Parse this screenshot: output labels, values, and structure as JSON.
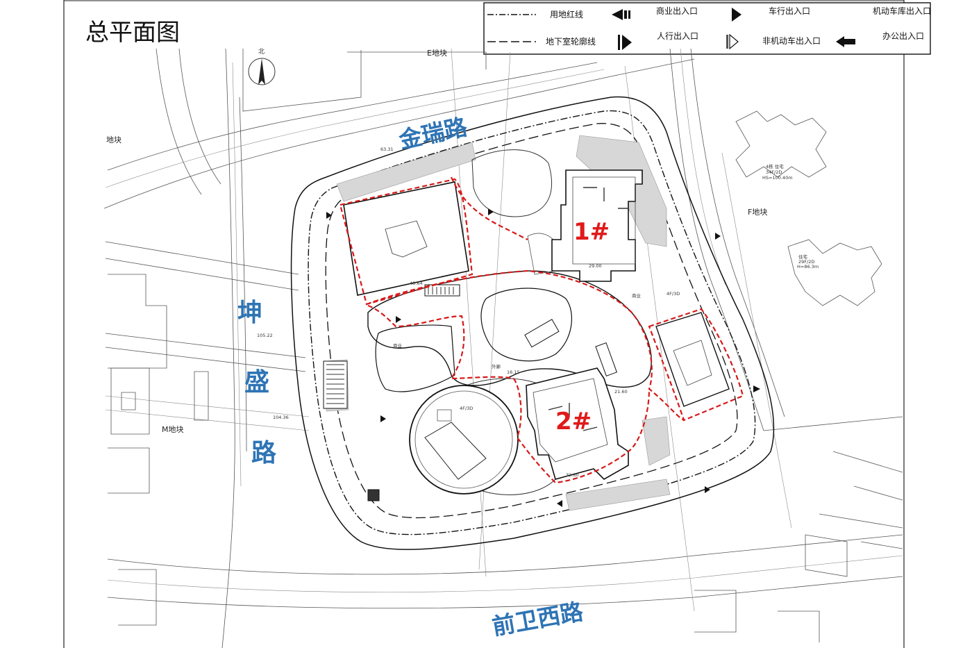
{
  "title": "总平面图",
  "legend": {
    "items": [
      {
        "label": "用地红线",
        "symbol": "dash-dot-line"
      },
      {
        "label": "地下室轮廓线",
        "symbol": "long-dash-line"
      },
      {
        "label": "商业出入口",
        "symbol": "commercial-entrance-icon"
      },
      {
        "label": "人行出入口",
        "symbol": "pedestrian-entrance-icon"
      },
      {
        "label": "车行出入口",
        "symbol": "vehicle-entrance-icon"
      },
      {
        "label": "非机动车出入口",
        "symbol": "non-motor-entrance-icon"
      },
      {
        "label": "机动车库出入口",
        "symbol": "garage-entrance-icon"
      },
      {
        "label": "办公出入口",
        "symbol": "office-entrance-icon"
      }
    ]
  },
  "north_label": "北",
  "roads": {
    "north": "金瑞路",
    "west": "坤盛路",
    "south": "前卫西路"
  },
  "plots": {
    "north": "E地块",
    "east": "F地块",
    "west_upper": "地块",
    "southwest": "M地块"
  },
  "buildings": {
    "b1": "1#",
    "b2": "2#"
  },
  "annotations": {
    "commercial": "商业",
    "podium_1": "4F/3D",
    "podium_2": "外廊",
    "building_4": "4栋 住宅",
    "building_4_floors": "34F/2D",
    "building_4_height": "HS=100.40m",
    "housing_east": "住宅",
    "housing_east_floors": "29F/2D",
    "housing_east_height": "H=86.3m",
    "dims_north": "63.31",
    "dims_west": "105.22",
    "dims_west_2": "104.36",
    "dims_south": "32.60",
    "dims_1": "29.00",
    "dims_2": "48.64",
    "dims_3": "16.15",
    "dims_4": "21.60"
  },
  "colors": {
    "road_label": "#2e74b5",
    "building_label": "#e01a1a",
    "red_line": "#d61a1a",
    "hatch": "#d7d7d7"
  }
}
